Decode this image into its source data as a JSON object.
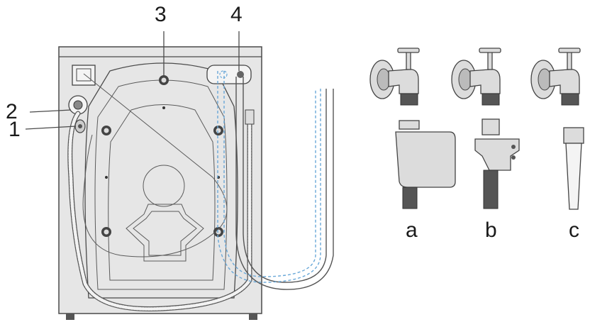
{
  "callouts": {
    "n1": "1",
    "n2": "2",
    "n3": "3",
    "n4": "4"
  },
  "variants": {
    "a": "a",
    "b": "b",
    "c": "c"
  },
  "colors": {
    "outline": "#4a4a4a",
    "panel": "#e6e6e6",
    "drain_hose_alt": "#6aa8d8"
  }
}
